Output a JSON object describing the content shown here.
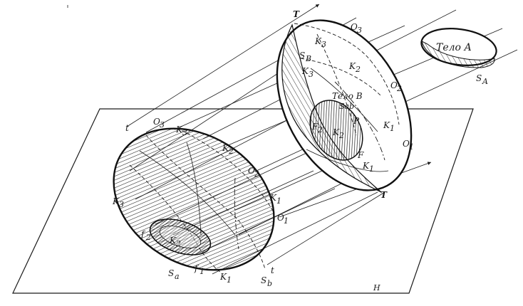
{
  "labels": {
    "plane_h": "H",
    "body_a": "Тело А",
    "body_b": "Тело В",
    "sab": "Sab",
    "s_a_top": "S",
    "s_a_sub": "A",
    "s_b_body": "S",
    "s_b_body_sub": "B",
    "t_top": "T",
    "t_bottom": "T",
    "o3_top": "O",
    "o3_top_sub": "3",
    "k3_top": "K",
    "k3_top_sub": "3",
    "k3_mid": "K",
    "k3_mid_sub": "3",
    "k2_top": "K",
    "k2_top_sub": "2",
    "o2_right": "O",
    "o2_right_sub": "2",
    "p": "P",
    "f2_body": "F",
    "f2_body_sub": "2",
    "k2_body": "K",
    "k2_body_sub": "2",
    "k1_body": "K",
    "k1_body_sub": "1",
    "k1_body_low": "K",
    "k1_body_low_sub": "1",
    "o1_body": "O",
    "o1_body_sub": "1",
    "f_body": "F",
    "t_shadow_top": "t",
    "o3_shadow": "O",
    "o3_shadow_sub": "3",
    "k3_shadow": "K",
    "k3_shadow_sub": "3",
    "k2_shadow": "K",
    "k2_shadow_sub": "2",
    "o2_shadow": "O",
    "o2_shadow_sub": "2",
    "k3_shadow_left": "K",
    "k3_shadow_left_sub": "3",
    "k1_shadow": "K",
    "k1_shadow_sub": "1",
    "o1_shadow": "O",
    "o1_shadow_sub": "1",
    "f2_shadow": "f",
    "f2_shadow_sub": "2",
    "k2_shadow_inner": "K",
    "k2_shadow_inner_sub": "2",
    "sa_shadow": "S",
    "sa_shadow_sub": "a",
    "f1_shadow": "f",
    "f1_shadow_sub": "1",
    "k1_shadow_bottom": "K",
    "k1_shadow_bottom_sub": "1",
    "sb_shadow": "S",
    "sb_shadow_sub": "b",
    "t_shadow_bottom": "t"
  }
}
